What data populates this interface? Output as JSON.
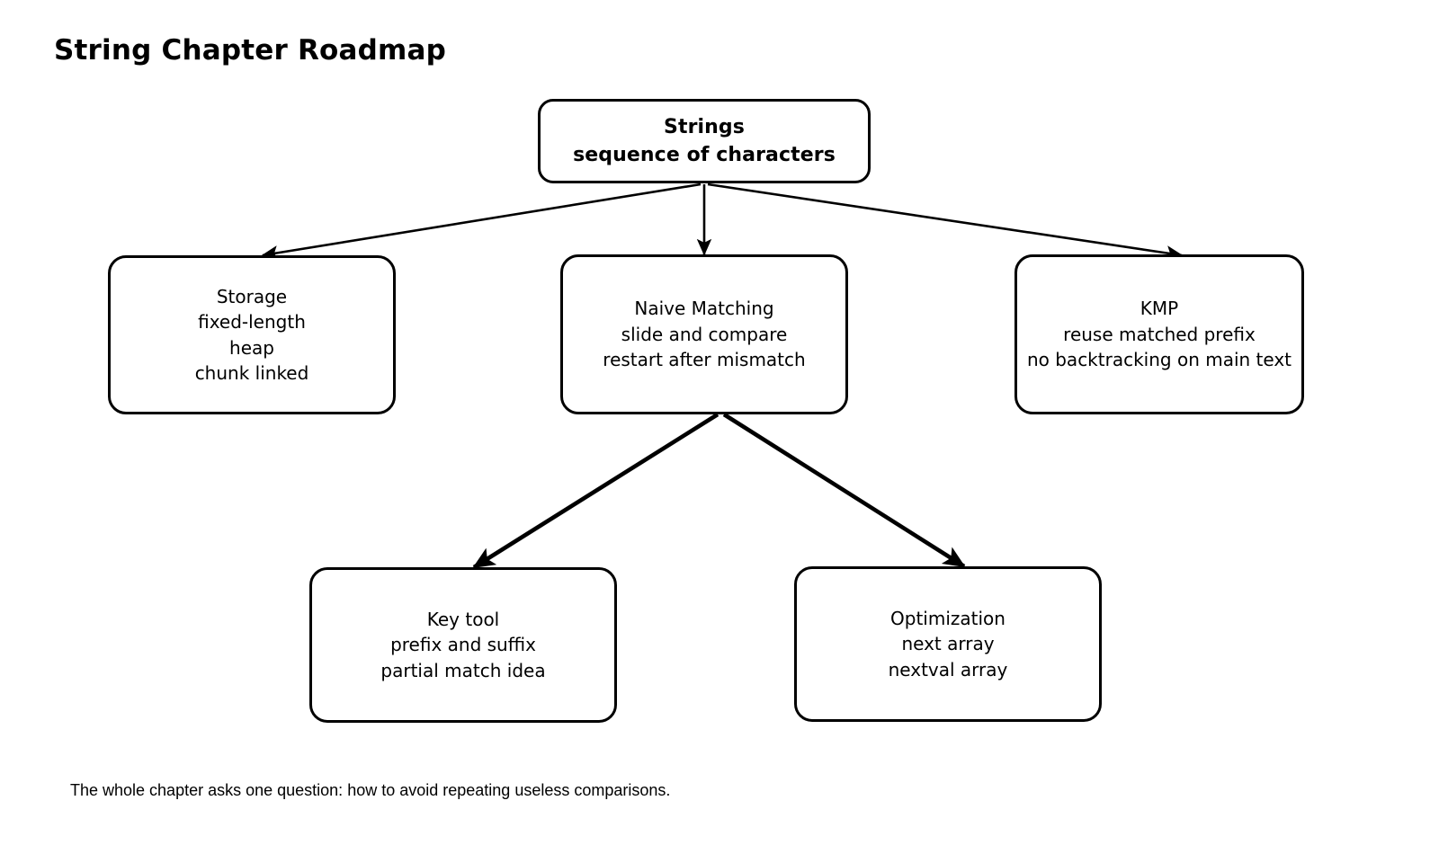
{
  "page": {
    "title": "String Chapter Roadmap",
    "background_color": "#ffffff",
    "ink_color": "#000000"
  },
  "diagram": {
    "type": "flowchart",
    "orientation": "top-down",
    "root": {
      "id": "strings",
      "line1": "Strings",
      "line2": "sequence of characters",
      "bold": true
    },
    "level2": [
      {
        "id": "storage",
        "line1": "Storage",
        "line2": "fixed-length",
        "line3": "heap",
        "line4": "chunk linked"
      },
      {
        "id": "naive-matching",
        "line1": "Naive Matching",
        "line2": "slide and compare",
        "line3": "restart after mismatch"
      },
      {
        "id": "kmp",
        "line1": "KMP",
        "line2": "reuse matched prefix",
        "line3": "no backtracking on main text"
      }
    ],
    "level3": [
      {
        "id": "key-tool",
        "line1": "Key tool",
        "line2": "prefix and suffix",
        "line3": "partial match idea"
      },
      {
        "id": "optimization",
        "line1": "Optimization",
        "line2": "next array",
        "line3": "nextval array"
      }
    ],
    "edges": [
      {
        "from": "strings",
        "to": "storage"
      },
      {
        "from": "strings",
        "to": "naive-matching"
      },
      {
        "from": "strings",
        "to": "kmp"
      },
      {
        "from": "naive-matching",
        "to": "key-tool"
      },
      {
        "from": "naive-matching",
        "to": "optimization"
      }
    ]
  },
  "footer": {
    "note": "The whole chapter asks one question: how to avoid repeating useless comparisons."
  }
}
